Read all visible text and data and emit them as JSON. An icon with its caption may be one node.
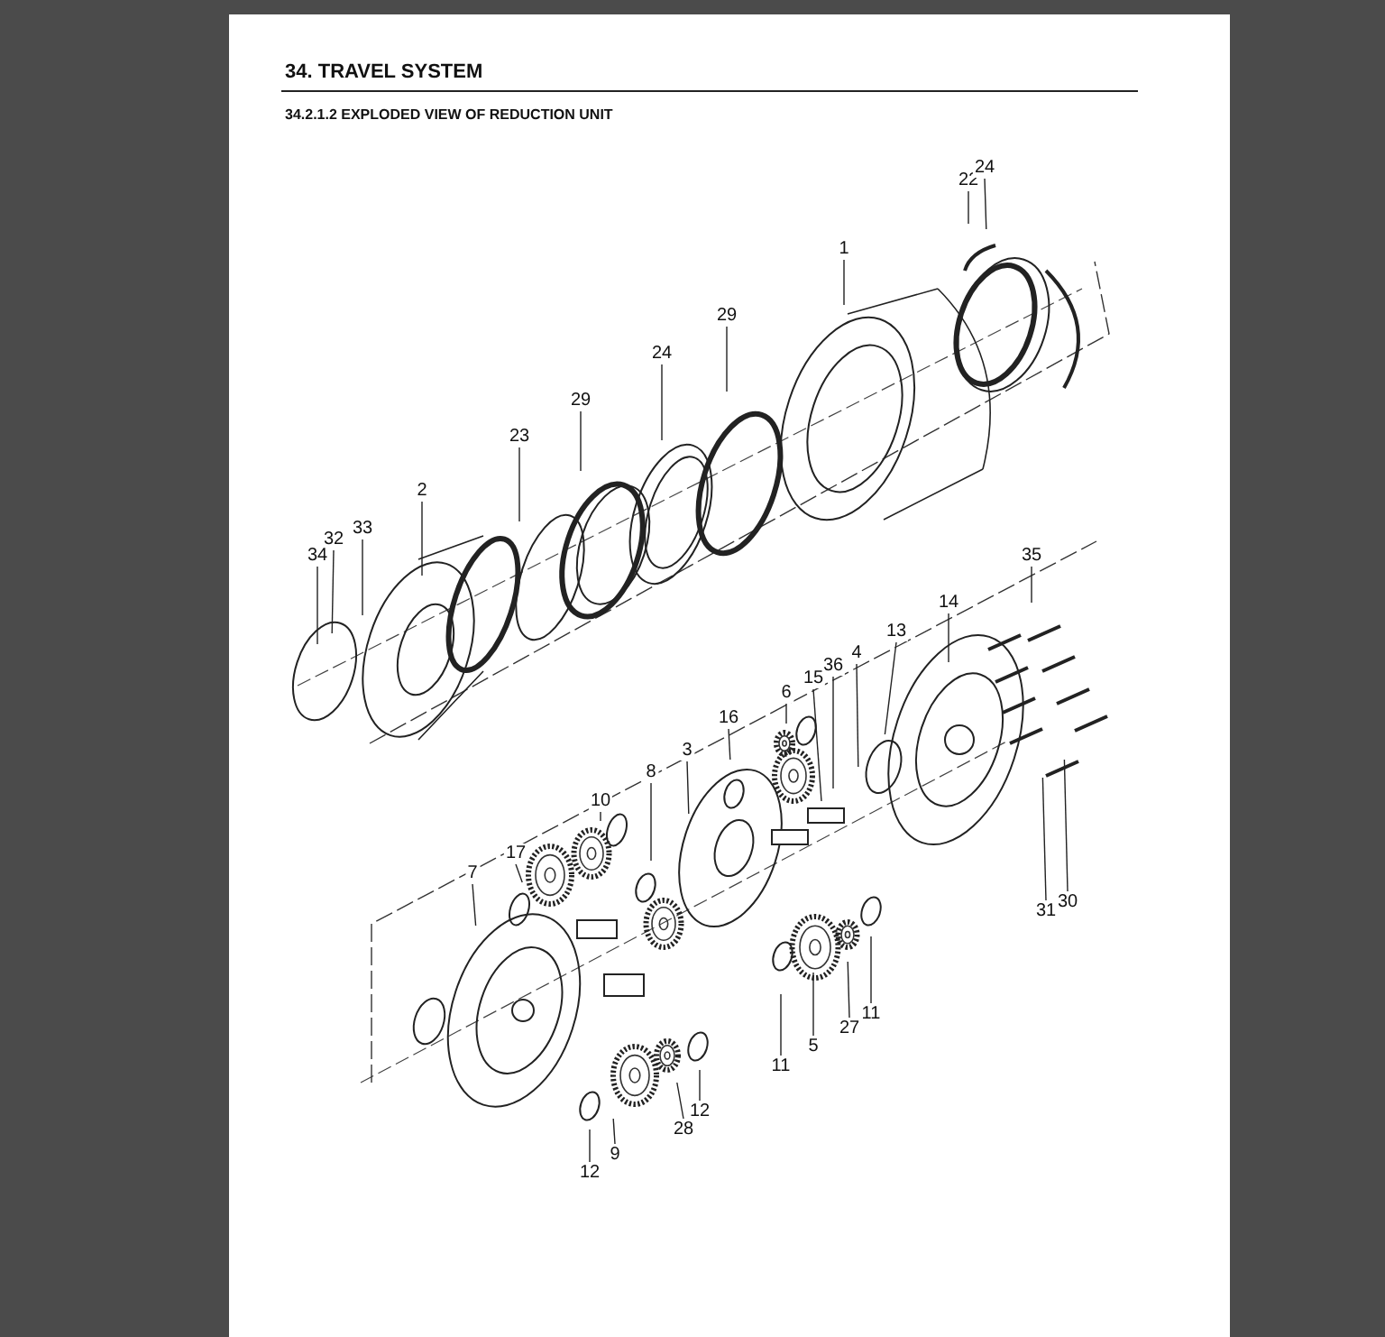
{
  "diagram": {
    "title": "34. TRAVEL SYSTEM",
    "nodes": [
      {
        "text": [
          "22"
        ]
      },
      {
        "text": [
          "24"
        ]
      },
      {
        "text": [
          "1"
        ]
      },
      {
        "text": [
          "29"
        ]
      },
      {
        "text": [
          "24"
        ]
      },
      {
        "text": [
          "29"
        ]
      },
      {
        "text": [
          "23"
        ]
      },
      {
        "text": [
          "2"
        ]
      },
      {
        "text": [
          "33"
        ]
      },
      {
        "text": [
          "32"
        ]
      },
      {
        "text": [
          "34"
        ]
      },
      {
        "text": [
          "35"
        ]
      },
      {
        "text": [
          "14"
        ]
      },
      {
        "text": [
          "13"
        ]
      },
      {
        "text": [
          "4"
        ]
      },
      {
        "text": [
          "36"
        ]
      },
      {
        "text": [
          "15"
        ]
      },
      {
        "text": [
          "6"
        ]
      },
      {
        "text": [
          "16"
        ]
      },
      {
        "text": [
          "3"
        ]
      },
      {
        "text": [
          "8"
        ]
      },
      {
        "text": [
          "10"
        ]
      },
      {
        "text": [
          "17"
        ]
      },
      {
        "text": [
          "7"
        ]
      },
      {
        "text": [
          "31"
        ]
      },
      {
        "text": [
          "30"
        ]
      },
      {
        "text": [
          "27"
        ]
      },
      {
        "text": [
          "11"
        ]
      },
      {
        "text": [
          "5"
        ]
      },
      {
        "text": [
          "11"
        ]
      },
      {
        "text": [
          "12"
        ]
      },
      {
        "text": [
          "28"
        ]
      },
      {
        "text": [
          "9"
        ]
      },
      {
        "text": [
          "12"
        ]
      }
    ],
    "edges": [
      {
        "from": 0,
        "to": null,
        "arrow": "none"
      },
      {
        "from": 1,
        "to": null,
        "arrow": "none"
      },
      {
        "from": 2,
        "to": null,
        "arrow": "none"
      },
      {
        "from": 3,
        "to": null,
        "arrow": "none"
      },
      {
        "from": 4,
        "to": null,
        "arrow": "none"
      },
      {
        "from": 5,
        "to": null,
        "arrow": "none"
      },
      {
        "from": 6,
        "to": null,
        "arrow": "none"
      },
      {
        "from": 7,
        "to": null,
        "arrow": "none"
      },
      {
        "from": 8,
        "to": null,
        "arrow": "none"
      },
      {
        "from": 9,
        "to": null,
        "arrow": "none"
      },
      {
        "from": 10,
        "to": null,
        "arrow": "none"
      },
      {
        "from": 11,
        "to": null,
        "arrow": "none"
      },
      {
        "from": 12,
        "to": null,
        "arrow": "none"
      },
      {
        "from": 13,
        "to": null,
        "arrow": "none"
      },
      {
        "from": 14,
        "to": null,
        "arrow": "none"
      },
      {
        "from": 15,
        "to": null,
        "arrow": "none"
      },
      {
        "from": 16,
        "to": null,
        "arrow": "none"
      },
      {
        "from": 17,
        "to": null,
        "arrow": "none"
      },
      {
        "from": 18,
        "to": null,
        "arrow": "none"
      },
      {
        "from": 19,
        "to": null,
        "arrow": "none"
      },
      {
        "from": 20,
        "to": null,
        "arrow": "none"
      },
      {
        "from": 21,
        "to": null,
        "arrow": "none"
      },
      {
        "from": 22,
        "to": null,
        "arrow": "none"
      },
      {
        "from": 23,
        "to": null,
        "arrow": "none"
      },
      {
        "from": 24,
        "to": null,
        "arrow": "none"
      },
      {
        "from": 25,
        "to": null,
        "arrow": "none"
      },
      {
        "from": 26,
        "to": null,
        "arrow": "none"
      },
      {
        "from": 27,
        "to": null,
        "arrow": "none"
      },
      {
        "from": 28,
        "to": null,
        "arrow": "none"
      },
      {
        "from": 29,
        "to": null,
        "arrow": "none"
      },
      {
        "from": 30,
        "to": null,
        "arrow": "none"
      },
      {
        "from": 31,
        "to": null,
        "arrow": "none"
      },
      {
        "from": 32,
        "to": null,
        "arrow": "none"
      },
      {
        "from": 33,
        "to": null,
        "arrow": "none"
      }
    ],
    "labels": [
      "34.2.1.2 EXPLODED VIEW OF REDUCTION UNIT"
    ]
  }
}
